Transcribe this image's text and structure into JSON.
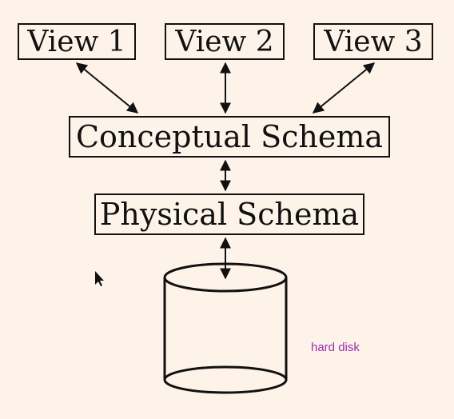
{
  "diagram": {
    "views": [
      {
        "label": "View 1"
      },
      {
        "label": "View 2"
      },
      {
        "label": "View 3"
      }
    ],
    "conceptual_schema": "Conceptual Schema",
    "physical_schema": "Physical Schema",
    "storage_label": "hard disk"
  },
  "colors": {
    "background": "#fdf3e9",
    "stroke": "#111111",
    "storage_label": "#9b2fb0"
  },
  "icons": {
    "cursor": "mouse-pointer-icon",
    "storage": "cylinder-icon"
  }
}
